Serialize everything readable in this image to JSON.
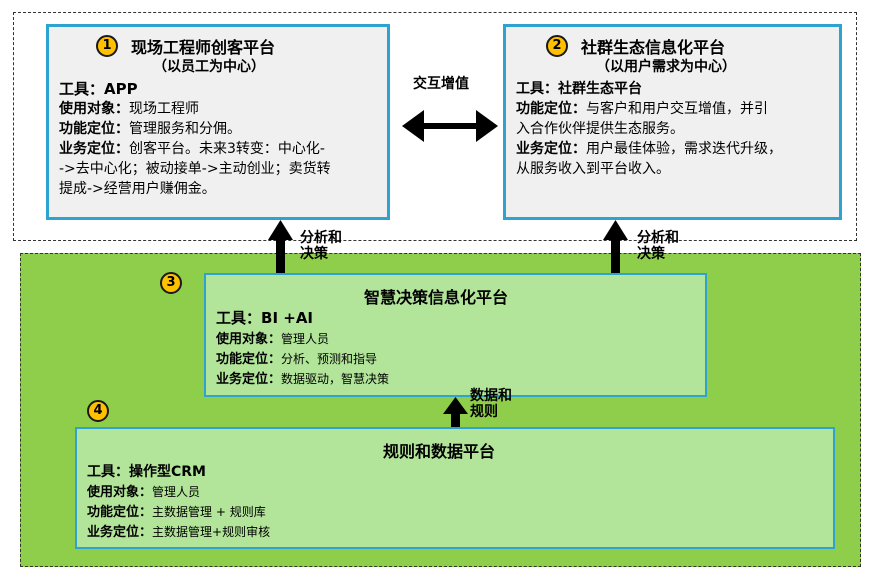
{
  "exchange_label": "交互增值",
  "arrow_label_1": [
    "分析和",
    "决策"
  ],
  "arrow_label_2": [
    "分析和",
    "决策"
  ],
  "arrow_label_3": [
    "数据和",
    "规则"
  ],
  "box1": {
    "number": "1",
    "title": "现场工程师创客平台",
    "subtitle": "（以员工为中心）",
    "tool_key": "工具：",
    "tool_val": "APP",
    "target_key": "使用对象：",
    "target_val": "现场工程师",
    "func_key": "功能定位：",
    "func_val": "管理服务和分佣。",
    "biz_key": "业务定位：",
    "biz_val_1": "创客平台。未来3转变：中心化-",
    "biz_val_2": "->去中心化；被动接单->主动创业；卖货转",
    "biz_val_3": "提成->经营用户赚佣金。"
  },
  "box2": {
    "number": "2",
    "title": "社群生态信息化平台",
    "subtitle": "（以用户需求为中心）",
    "tool_key": "工具：",
    "tool_val": "社群生态平台",
    "func_key": "功能定位：",
    "func_val_1": "与客户和用户交互增值，并引",
    "func_val_2": "入合作伙伴提供生态服务。",
    "biz_key": "业务定位：",
    "biz_val_1": "用户最佳体验，需求迭代升级，",
    "biz_val_2": "从服务收入到平台收入。"
  },
  "box3": {
    "number": "3",
    "title": "智慧决策信息化平台",
    "tool_key": "工具：",
    "tool_val": "BI +AI",
    "target_key": "使用对象：",
    "target_val": "管理人员",
    "func_key": "功能定位：",
    "func_val": "分析、预测和指导",
    "biz_key": "业务定位：",
    "biz_val": "数据驱动，智慧决策"
  },
  "box4": {
    "number": "4",
    "title": "规则和数据平台",
    "tool_key": "工具：",
    "tool_val": "操作型CRM",
    "target_key": "使用对象：",
    "target_val": "管理人员",
    "func_key": "功能定位：",
    "func_val": "主数据管理 + 规则库",
    "biz_key": "业务定位：",
    "biz_val": "主数据管理+规则审核"
  },
  "colors": {
    "box_border": "#2ea3d0",
    "top_box_fill": "#f0f0f0",
    "green_region": "#8fce4a",
    "green_box_fill": "#b2e59a",
    "badge": "#ffc000"
  }
}
